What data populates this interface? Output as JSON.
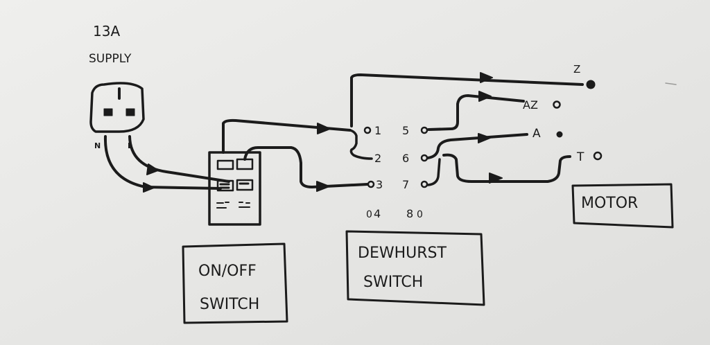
{
  "supply": {
    "line1": "13A",
    "line2": "SUPPLY",
    "neutral": "N",
    "live": "L"
  },
  "onoff": {
    "line1": "ON/OFF",
    "line2": "SWITCH"
  },
  "dewhurst": {
    "line1": "DEWHURST",
    "line2": "SWITCH",
    "terminals_left": [
      "1",
      "2",
      "3",
      "4"
    ],
    "terminals_right": [
      "5",
      "6",
      "7",
      "8"
    ]
  },
  "motor": {
    "label": "MOTOR",
    "terminals": [
      "Z",
      "AZ",
      "A",
      "T"
    ]
  },
  "colors": {
    "paper": "#e9e9e7",
    "ink": "#1b1b1b"
  }
}
